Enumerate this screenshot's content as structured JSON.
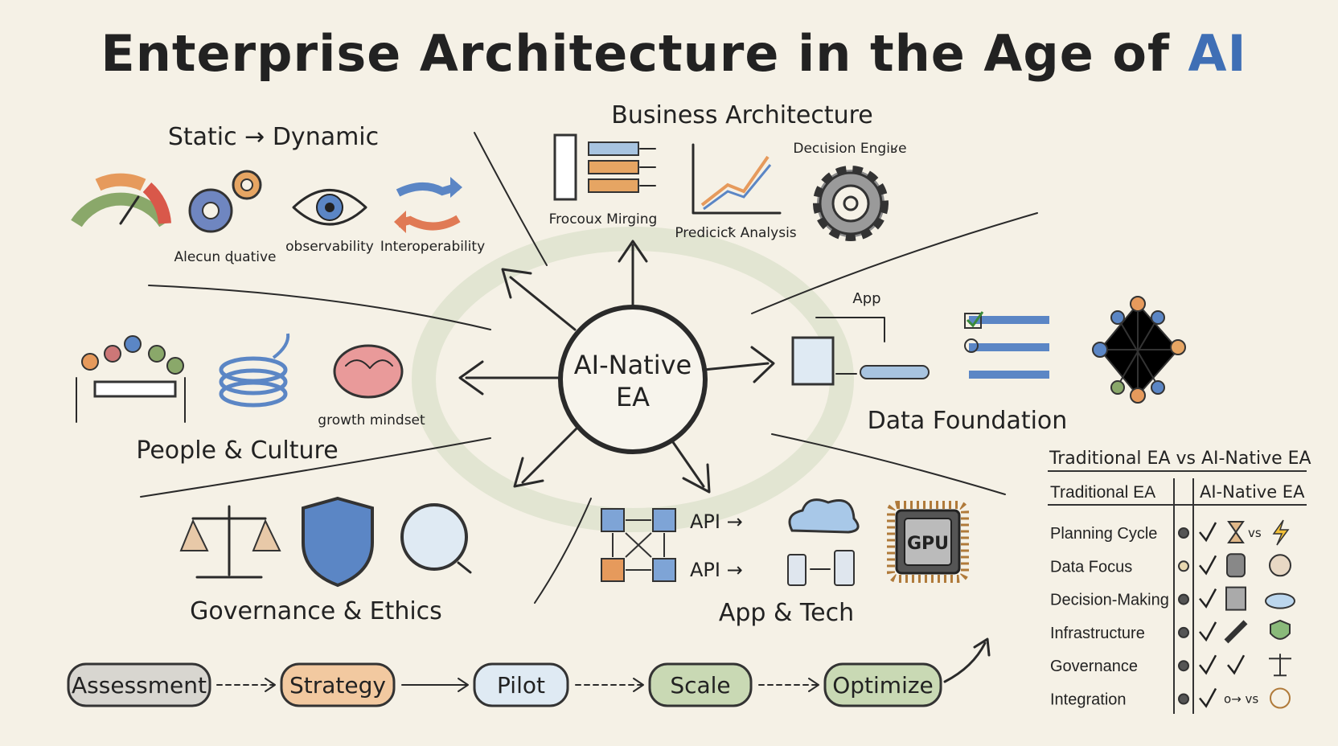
{
  "title": {
    "main": "Enterprise Architecture in the Age of ",
    "accent": "AI",
    "accent_color": "#3f6fb5"
  },
  "center": {
    "line1": "AI-Native",
    "line2": "EA"
  },
  "sections": {
    "static_dynamic": {
      "title": "Static → Dynamic",
      "items": [
        "Alecun ɖuative",
        "observability",
        "Interoperability"
      ]
    },
    "business": {
      "title": "Business Architecture",
      "items": [
        "Frocoux Mirging",
        "Predicicꝁ Analysis",
        "Decιision Engiʁe"
      ]
    },
    "people": {
      "title": "People & Culture",
      "items": [
        "growth mindset"
      ]
    },
    "data": {
      "title": "Data Foundation",
      "items": [
        "App"
      ]
    },
    "governance": {
      "title": "Governance & Ethics"
    },
    "apptech": {
      "title": "App & Tech",
      "items": [
        "API →",
        "API →",
        "GPU"
      ]
    }
  },
  "process": {
    "steps": [
      {
        "label": "Assessment",
        "color": "#d8d6d0"
      },
      {
        "label": "Strategy",
        "color": "#f2c9a0"
      },
      {
        "label": "Pilot",
        "color": "#dfeaf3"
      },
      {
        "label": "Scale",
        "color": "#c9d9b4"
      },
      {
        "label": "Optimize",
        "color": "#c9d9b4"
      }
    ]
  },
  "comparison": {
    "title": "Traditional EA vs AI-Native EA",
    "col_traditional": "Traditional EA",
    "col_ai": "AI-Native EA",
    "rows": [
      {
        "label": "Planning Cycle",
        "icons": [
          "check-icon",
          "hourglass-icon",
          "lightning-icon"
        ],
        "vs": "vs"
      },
      {
        "label": "Data Focus",
        "icons": [
          "check-icon",
          "database-icon",
          "brain-head-icon"
        ]
      },
      {
        "label": "Decision-Making",
        "icons": [
          "check-icon",
          "server-icon",
          "cloud-icon"
        ]
      },
      {
        "label": "Infrastructure",
        "icons": [
          "check-icon",
          "chain-link-icon",
          "shield-icon"
        ]
      },
      {
        "label": "Governance",
        "icons": [
          "check-icon",
          "check-icon",
          "scales-icon"
        ]
      },
      {
        "label": "Integration",
        "icons": [
          "check-icon",
          "arrow-icon",
          "network-icon"
        ],
        "vs": "o→ vs"
      }
    ]
  },
  "colors": {
    "blue": "#5b86c5",
    "orange": "#e69a5c",
    "green": "#8aa86a",
    "gray": "#8a8a8a",
    "background": "#f5f1e6"
  }
}
